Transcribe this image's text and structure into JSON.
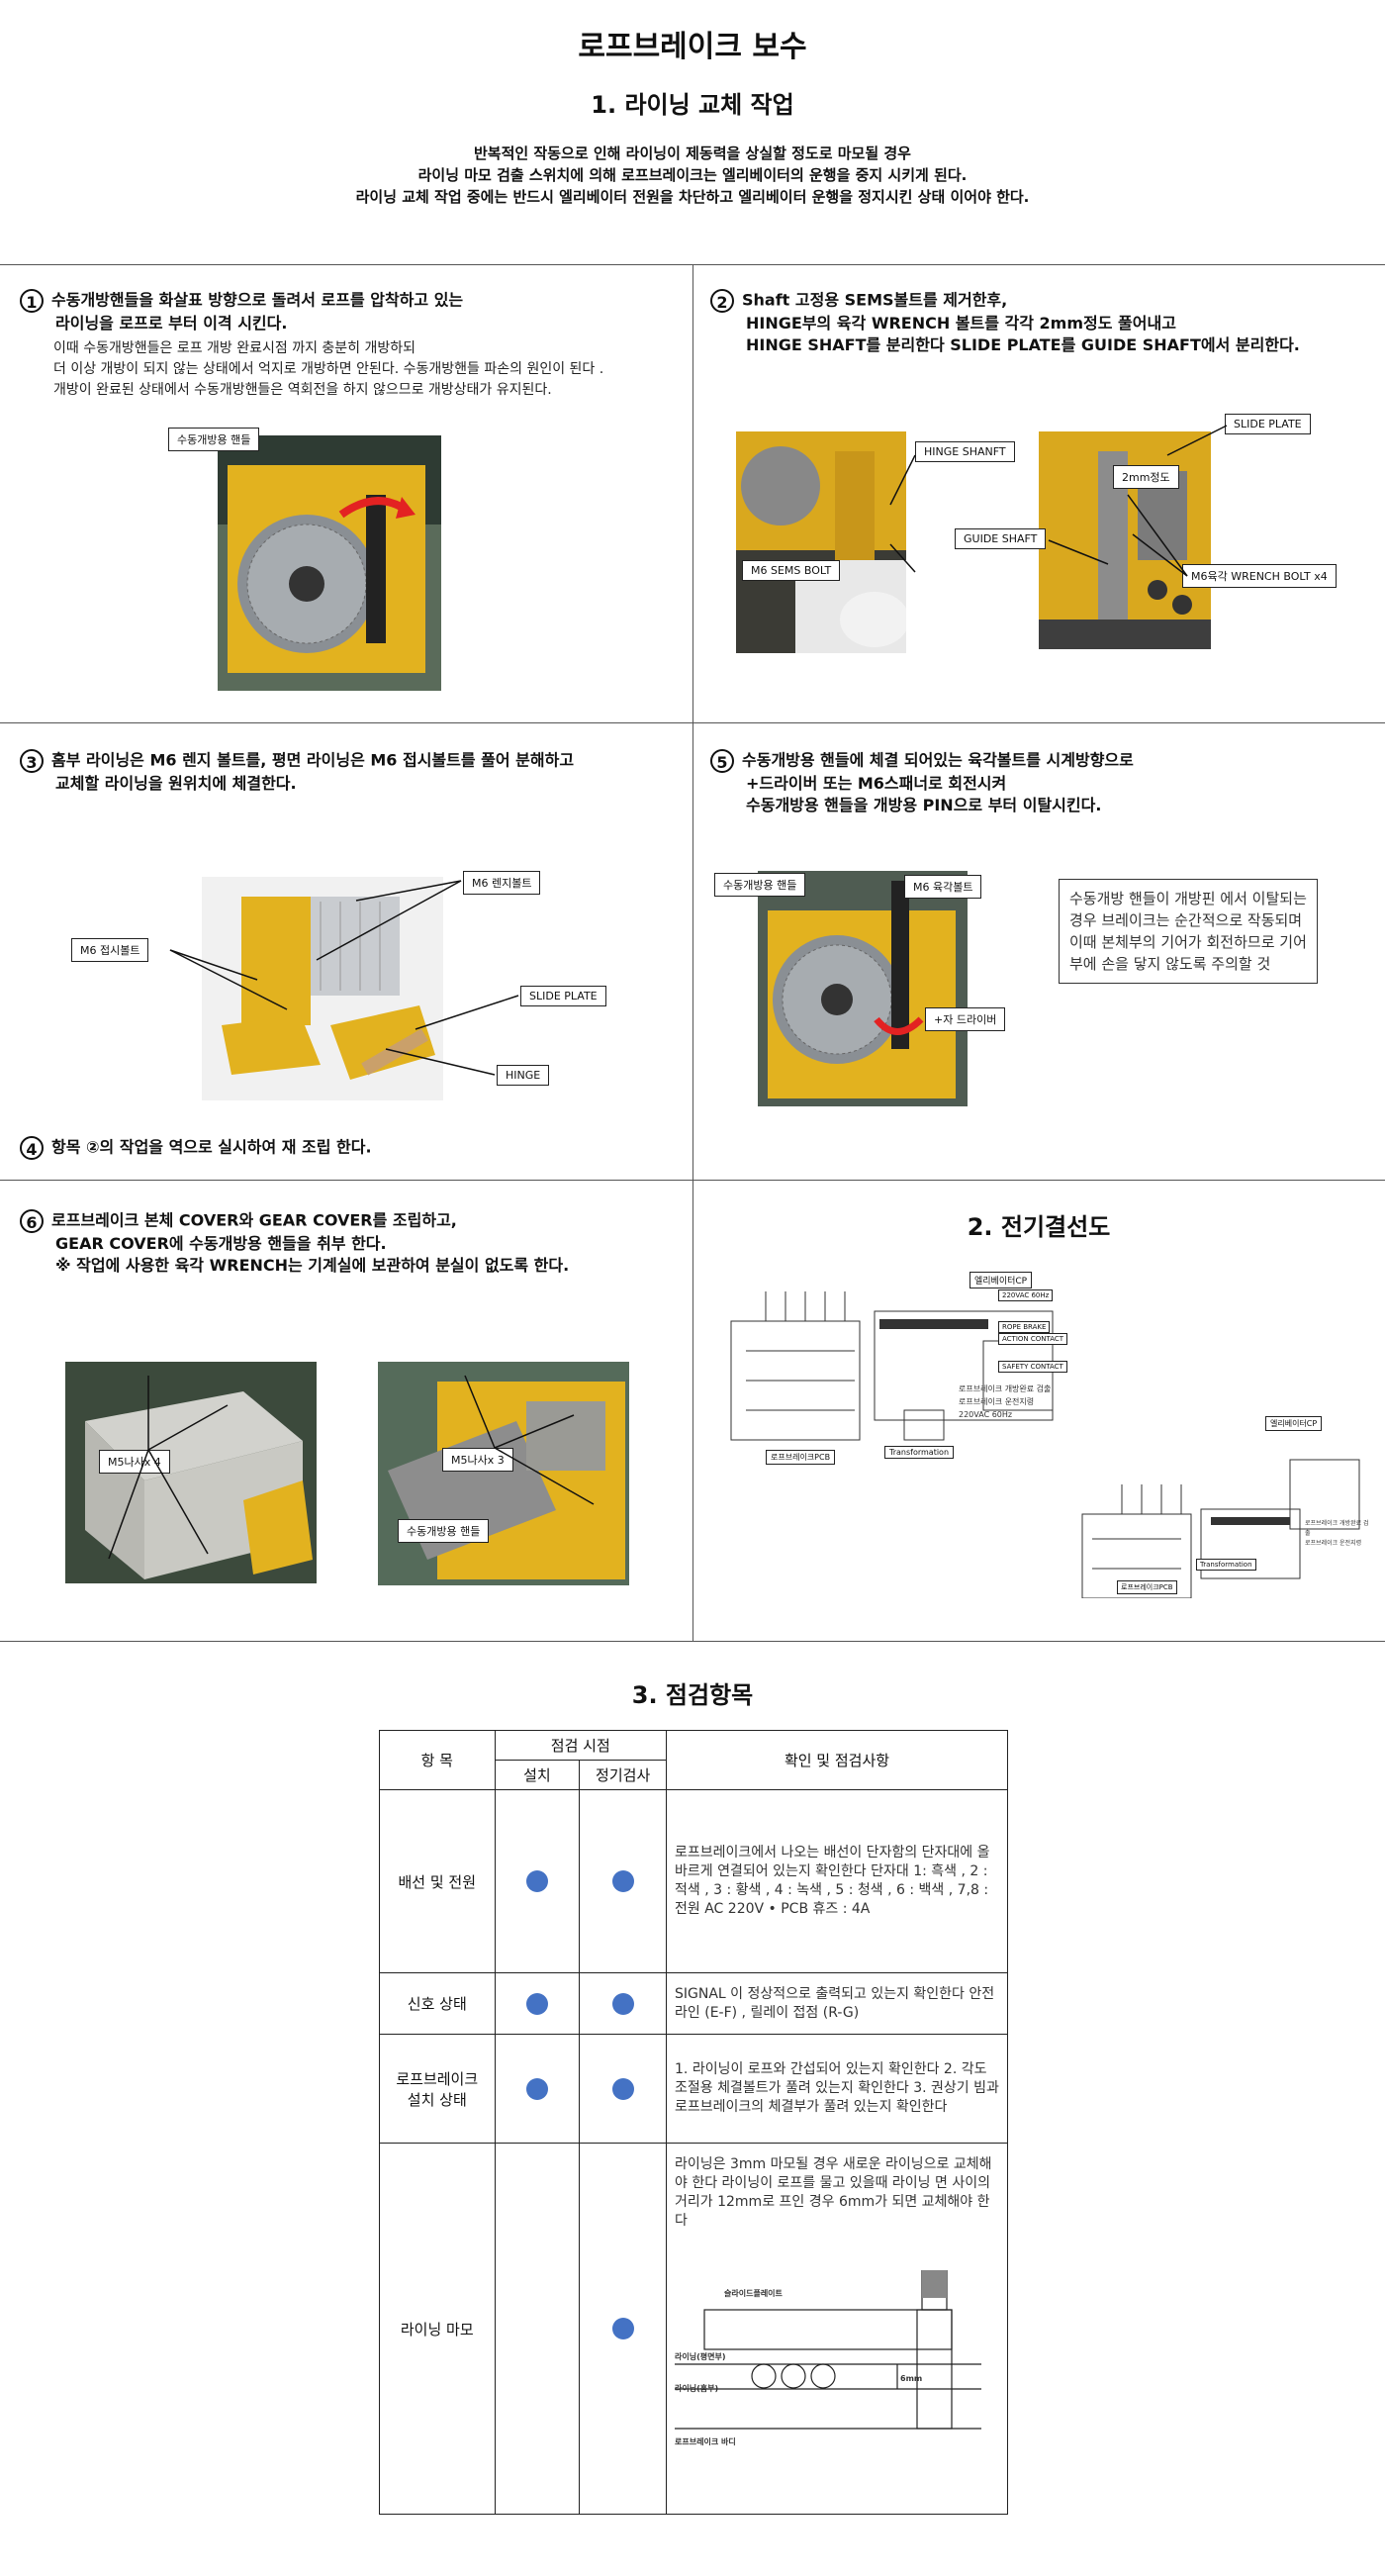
{
  "main_title": "로프브레이크 보수",
  "section1_title": "1. 라이닝 교체 작업",
  "intro": [
    "반복적인 작동으로 인해 라이닝이 제동력을 상실할 정도로 마모될 경우",
    "라이닝 마모 검출 스위치에 의해 로프브레이크는 엘리베이터의 운행을 중지 시키게 된다.",
    "라이닝 교체 작업 중에는 반드시 엘리베이터 전원을 차단하고 엘리베이터 운행을 정지시킨 상태 이어야 한다."
  ],
  "step1": {
    "num": "1",
    "head": [
      "수동개방핸들을 화살표 방향으로 돌려서 로프를 압착하고 있는",
      "라이닝을 로프로 부터 이격 시킨다."
    ],
    "body": [
      "이때 수동개방핸들은 로프 개방 완료시점 까지 충분히 개방하되",
      "더 이상 개방이 되지 않는 상태에서 억지로 개방하면 안된다.  수동개방핸들 파손의 원인이 된다 .",
      "개방이 완료된 상태에서 수동개방핸들은 역회전을 하지 않으므로 개방상태가 유지된다."
    ],
    "label": "수동개방용 핸들"
  },
  "step2": {
    "num": "2",
    "head": [
      "Shaft 고정용 SEMS볼트를 제거한후,",
      "HINGE부의 육각 WRENCH 볼트를 각각 2mm정도 풀어내고",
      "HINGE SHAFT를 분리한다 SLIDE PLATE를 GUIDE SHAFT에서 분리한다."
    ],
    "labels": {
      "hinge_shaft": "HINGE SHANFT",
      "sems_bolt": "M6 SEMS BOLT",
      "slide_plate": "SLIDE PLATE",
      "two_mm": "2mm정도",
      "guide_shaft": "GUIDE SHAFT",
      "wrench_bolt": "M6육각 WRENCH BOLT x4"
    }
  },
  "step3": {
    "num": "3",
    "head": [
      "홈부 라이닝은 M6 렌지 볼트를, 평면 라이닝은 M6 접시볼트를 풀어 분해하고",
      "교체할 라이닝을 원위치에 체결한다."
    ],
    "labels": {
      "range_bolt": "M6 렌지볼트",
      "flat_bolt": "M6 접시볼트",
      "slide_plate": "SLIDE PLATE",
      "hinge": "HINGE"
    }
  },
  "step4": {
    "num": "4",
    "text": "항목 ②의 작업을 역으로 실시하여 재 조립 한다."
  },
  "step5": {
    "num": "5",
    "head": [
      "수동개방용 핸들에 체결 되어있는 육각볼트를 시계방향으로",
      "+드라이버 또는 M6스패너로 회전시켜",
      "수동개방용 핸들을 개방용 PIN으로 부터 이탈시킨다."
    ],
    "labels": {
      "handle": "수동개방용 핸들",
      "hex_bolt": "M6 육각볼트",
      "driver": "+자 드라이버"
    },
    "note": "수동개방 핸들이 개방핀 에서 이탈되는 경우 브레이크는 순간적으로 작동되며 이때 본체부의 기어가 회전하므로 기어부에 손을 닿지 않도록 주의할 것"
  },
  "step6": {
    "num": "6",
    "head": [
      "로프브레이크 본체 COVER와 GEAR COVER를 조립하고,",
      "GEAR COVER에 수동개방용 핸들을 취부 한다.",
      "※ 작업에 사용한 육각 WRENCH는 기계실에 보관하여 분실이 없도록 한다."
    ],
    "labels": {
      "m5x4": "M5나사x 4",
      "m5x3": "M5나사x 3",
      "handle": "수동개방용 핸들"
    }
  },
  "section2_title": "2. 전기결선도",
  "wiring": {
    "cp1": "엘리베이터CP",
    "cp2": "엘리베이터CP",
    "pcb1": "로프브레이크PCB",
    "pcb2": "로프브레이크PCB",
    "trans1": "Transformation",
    "trans2": "Transformation",
    "legend1": [
      "로프브레이크 개방완료 검출",
      "로프브레이크 운전지령",
      "220VAC 60Hz"
    ],
    "legend2": [
      "로프브레이크 개방완료 검출",
      "로프브레이크 운전지령"
    ],
    "box1": [
      "220VAC 60Hz",
      "ROPE BRAKE",
      "ACTION CONTACT",
      "SAFETY CONTACT"
    ]
  },
  "section3_title": "3. 점검항목",
  "table": {
    "h_item": "항 목",
    "h_timing": "점검 시점",
    "h_install": "설치",
    "h_periodic": "정기검사",
    "h_check": "확인 및 점검사항",
    "rows": [
      {
        "item": "배선 및 전원",
        "install": true,
        "periodic": true,
        "text": "로프브레이크에서 나오는 배선이 단자함의 단자대에 올바르게 연결되어 있는지 확인한다 단자대 1: 흑색 , 2 : 적색 , 3 : 황색 , 4 : 녹색 , 5 : 청색 , 6 : 백색 , 7,8 : 전원 AC 220V • PCB 휴즈 : 4A"
      },
      {
        "item": "신호 상태",
        "install": true,
        "periodic": true,
        "text": "SIGNAL 이 정상적으로 출력되고 있는지 확인한다 안전라인 (E-F) , 릴레이 접점 (R-G)"
      },
      {
        "item": "로프브레이크 설치 상태",
        "install": true,
        "periodic": true,
        "text": "1. 라이닝이 로프와 간섭되어 있는지 확인한다 2. 각도 조절용 체결볼트가 풀려 있는지 확인한다 3. 권상기 빔과 로프브레이크의 체결부가 풀려 있는지 확인한다"
      },
      {
        "item": "라이닝 마모",
        "install": false,
        "periodic": true,
        "text": "라이닝은 3mm 마모될 경우 새로운 라이닝으로 교체해야 한다 라이닝이 로프를 물고 있을때 라이닝 면 사이의 거리가 12mm로 프인 경우 6mm가 되면 교체해야 한다"
      }
    ],
    "diagram": {
      "slide": "슬라이드플레이트",
      "lining_flat": "라이닝(평면부)",
      "lining_groove": "라이닝(홈부)",
      "body": "로프브레이크 바디",
      "dim": "6mm"
    }
  },
  "colors": {
    "dot": "#4472c4",
    "yellow": "#e8b923"
  }
}
